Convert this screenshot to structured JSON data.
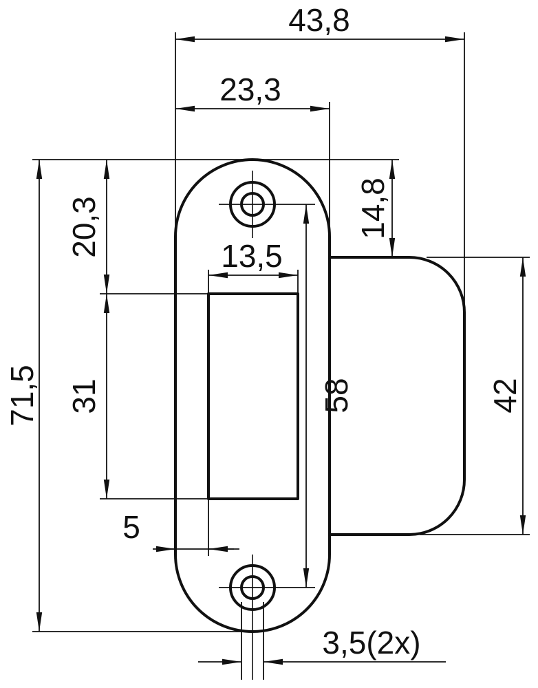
{
  "drawing": {
    "type": "technical-dimension-drawing",
    "part": "strike-plate",
    "colors": {
      "line": "#111111",
      "background": "#ffffff"
    },
    "dims": {
      "overall_width": "43,8",
      "plate_width": "23,3",
      "cutout_top_offset": "20,3",
      "tab_top_offset": "14,8",
      "cutout_width": "13,5",
      "cutout_height": "31",
      "hole_spacing": "58",
      "overall_height": "71,5",
      "tab_height": "42",
      "cutout_side_offset": "5",
      "hole_diameter": "3,5(2x)"
    }
  }
}
